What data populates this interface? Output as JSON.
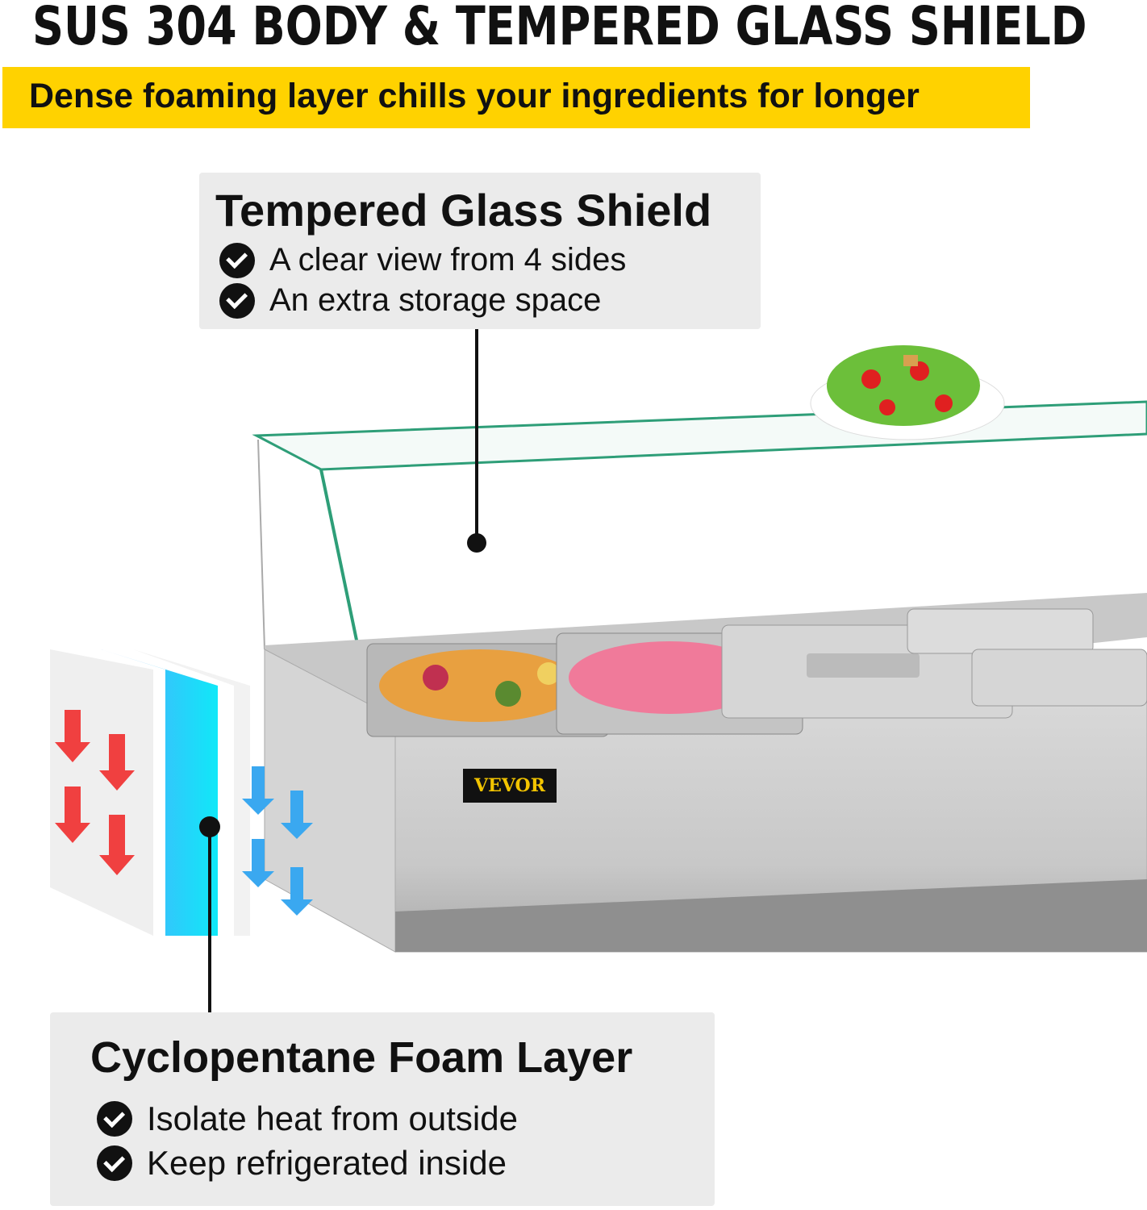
{
  "title": "SUS 304 BODY & TEMPERED GLASS SHIELD",
  "banner": "Dense foaming layer chills your ingredients for longer",
  "glass_callout": {
    "heading": "Tempered Glass Shield",
    "items": [
      "A clear view from 4 sides",
      "An extra storage space"
    ]
  },
  "foam_callout": {
    "heading": "Cyclopentane Foam Layer",
    "items": [
      "Isolate heat from outside",
      "Keep refrigerated inside"
    ]
  },
  "brand_badge": "VEVOR",
  "colors": {
    "banner": "#ffd200",
    "callout_bg": "#ebebeb",
    "glass_edge": "#2e9e78",
    "foam_blue": "#2ad0f5",
    "arrow_red": "#f04040",
    "arrow_blue": "#3aa8f0"
  }
}
